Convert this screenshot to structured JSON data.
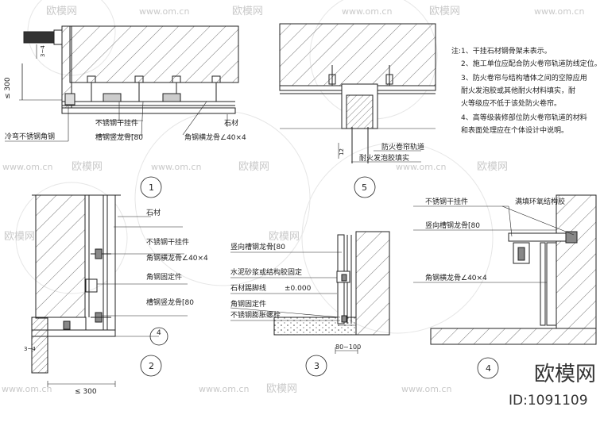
{
  "detail1": {
    "dim_depth": "≤ 300",
    "dim_small": "3~4",
    "label_hanger": "不锈钢干挂件",
    "label_stone": "石材",
    "label_channel": "槽钢竖龙骨[80",
    "label_angle": "角钢横龙骨∠40×4",
    "label_corner": "冷弯不锈钢角钢",
    "number": "1"
  },
  "detail5": {
    "label_track": "防火卷帘轨道",
    "label_sealant": "耐火发泡胶填实",
    "dim_12": "12",
    "number": "5"
  },
  "notes": {
    "lines": [
      "注:1、干挂石材钢骨架未表示。",
      "2、施工单位应配合防火卷帘轨道防线定位。",
      "3、防火卷帘与结构墙体之间的空隙应用",
      "耐火发泡胶或其他耐火材料填实，耐",
      "火等级应不低于该处防火卷帘。",
      "4、高等级装修部位防火卷帘轨道的材料",
      "和表面处理应在个体设计中说明。"
    ]
  },
  "detail2": {
    "label_stone": "石材",
    "label_hanger": "不锈钢干挂件",
    "label_angle": "角钢横龙骨∠40×4",
    "label_fixing": "角钢固定件",
    "label_channel": "槽钢竖龙骨[80",
    "dim_small": "3~4",
    "dim_bottom": "≤ 300",
    "ref": "4",
    "number": "2"
  },
  "detail3": {
    "label_channel": "竖向槽钢龙骨[80",
    "label_mortar": "水泥砂浆或结构胶固定",
    "label_skirting": "石材踢脚线",
    "label_level": "±0.000",
    "label_fixing": "角钢固定件",
    "label_bolt": "不锈钢膨胀螺栓",
    "dim": "80~100",
    "number": "3"
  },
  "detail4": {
    "label_hanger": "不锈钢干挂件",
    "label_epoxy": "满填环氧结构胶",
    "label_channel": "竖向槽钢龙骨[80",
    "label_angle": "角钢横龙骨∠40×4",
    "number": "4"
  },
  "watermark": {
    "brand": "欧模网",
    "site": "www.om.cn",
    "id": "ID:1091109"
  }
}
